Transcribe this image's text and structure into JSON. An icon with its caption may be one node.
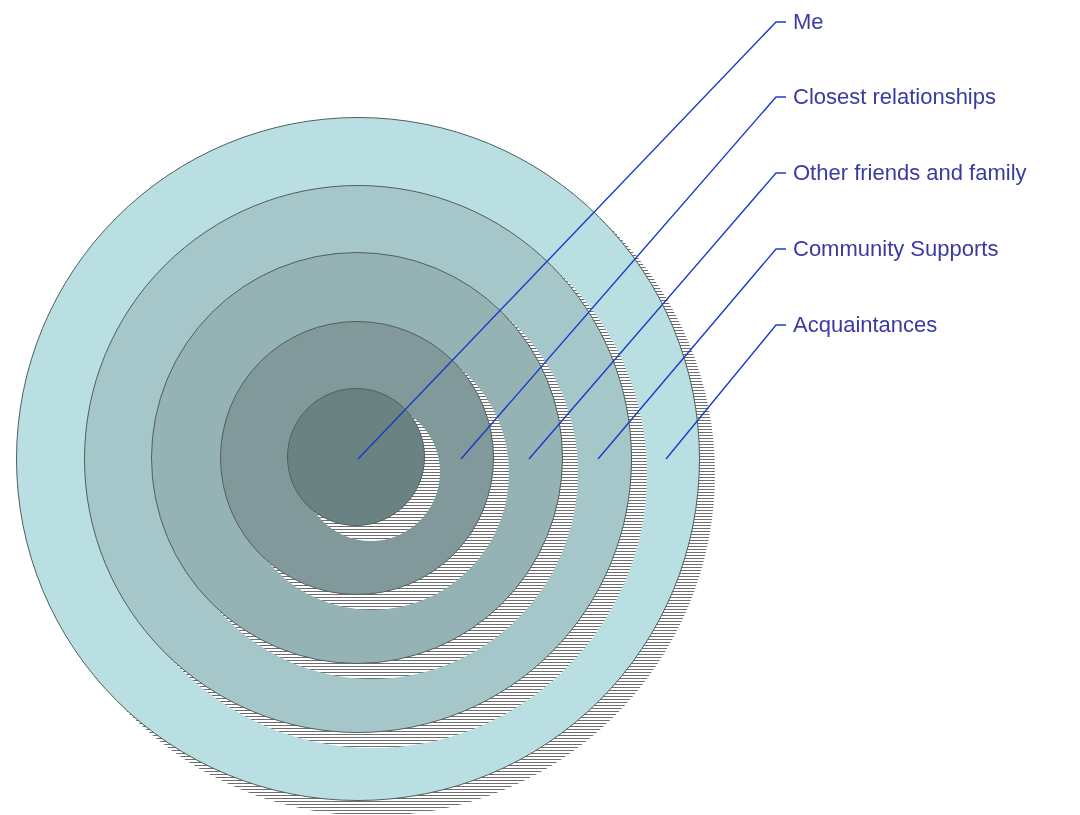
{
  "diagram": {
    "nodes": [
      {
        "text": [
          "Me"
        ]
      },
      {
        "text": [
          "Closest relationships"
        ]
      },
      {
        "text": [
          "Other friends and family"
        ]
      },
      {
        "text": [
          "Community Supports"
        ]
      },
      {
        "text": [
          "Acquaintances"
        ]
      },
      {
        "text": [],
        "shape": "circle"
      },
      {
        "text": [],
        "shape": "circle",
        "in": 5
      },
      {
        "text": [],
        "shape": "circle",
        "in": 6
      },
      {
        "text": [],
        "shape": "circle",
        "in": 7
      },
      {
        "text": [],
        "shape": "circle",
        "in": 8
      }
    ],
    "edges": [
      {
        "from": 0,
        "to": 9,
        "arrow": "none"
      },
      {
        "from": 1,
        "to": 8,
        "arrow": "none"
      },
      {
        "from": 2,
        "to": 7,
        "arrow": "none"
      },
      {
        "from": 3,
        "to": 6,
        "arrow": "none"
      },
      {
        "from": 4,
        "to": 5,
        "arrow": "none"
      }
    ]
  }
}
